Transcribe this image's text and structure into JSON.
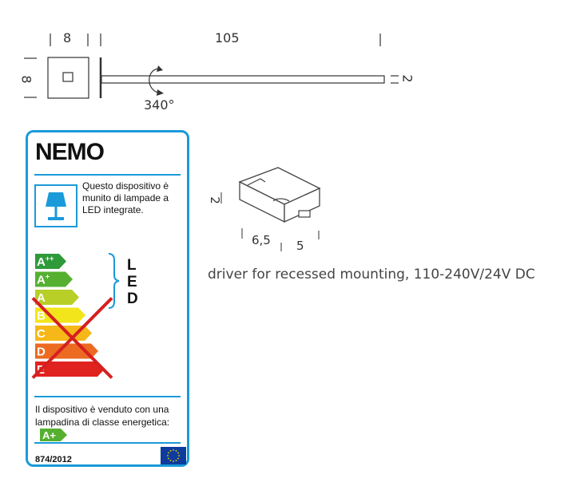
{
  "drawing": {
    "dim_width_square": "8",
    "dim_length": "105",
    "dim_height_square": "8",
    "dim_bar_height": "2",
    "rotation": "340°"
  },
  "driver": {
    "dim_height": "2",
    "dim_length": "6,5",
    "dim_depth": "5",
    "caption": "driver for recessed mounting, 110-240V/24V DC"
  },
  "energy_label": {
    "brand": "NEMO",
    "lamp_text": "Questo dispositivo è munito di lampade a LED integrate.",
    "classes": [
      "A++",
      "A+",
      "A",
      "B",
      "C",
      "D",
      "E"
    ],
    "led_letters": [
      "L",
      "E",
      "D"
    ],
    "bottom_text": "Il dispositivo è venduto con una lampadina di classe energetica:",
    "bulb_class": "A+",
    "regulation": "874/2012",
    "colors": {
      "border": "#1a9ad9",
      "A++": "#2f9a3a",
      "A+": "#55b030",
      "A": "#b7cf26",
      "B": "#f2e51c",
      "C": "#f6b818",
      "D": "#ec6a22",
      "E": "#e1231f",
      "cross": "#d42020"
    }
  }
}
